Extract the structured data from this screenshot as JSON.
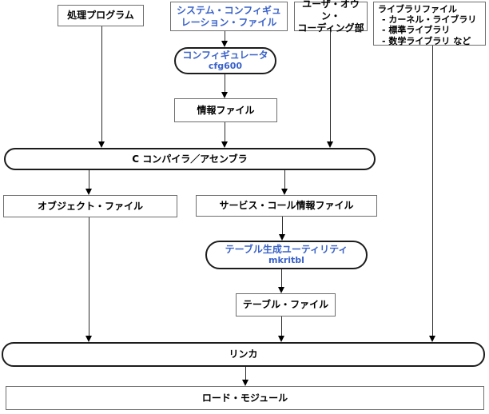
{
  "diagram": {
    "background_color": "#ffffff",
    "link_blue_color": "#3a62c8",
    "nodes": {
      "process_program": {
        "label": "処理プログラム"
      },
      "system_config_file": {
        "line1": "システム・コンフィギュ",
        "line2": "レーション・ファイル"
      },
      "user_own_coding": {
        "line1": "ユーザ・オウン・",
        "line2": "コーディング部"
      },
      "library_file": {
        "title": "ライブラリファイル",
        "items": [
          "- カーネル・ライブラリ",
          "- 標準ライブラリ",
          "- 数学ライブラリ など"
        ]
      },
      "configurator": {
        "label": "コンフィギュレータ",
        "sub": "cfg600"
      },
      "info_file": {
        "label": "情報ファイル"
      },
      "c_compiler": {
        "label": "C コンパイラ／アセンブラ"
      },
      "object_file": {
        "label": "オブジェクト・ファイル"
      },
      "service_call_info_file": {
        "label": "サービス・コール情報ファイル"
      },
      "table_gen_utility": {
        "label": "テーブル生成ユーティリティ",
        "sub": "mkritbl"
      },
      "table_file": {
        "label": "テーブル・ファイル"
      },
      "linker": {
        "label": "リンカ"
      },
      "load_module": {
        "label": "ロード・モジュール"
      }
    }
  }
}
